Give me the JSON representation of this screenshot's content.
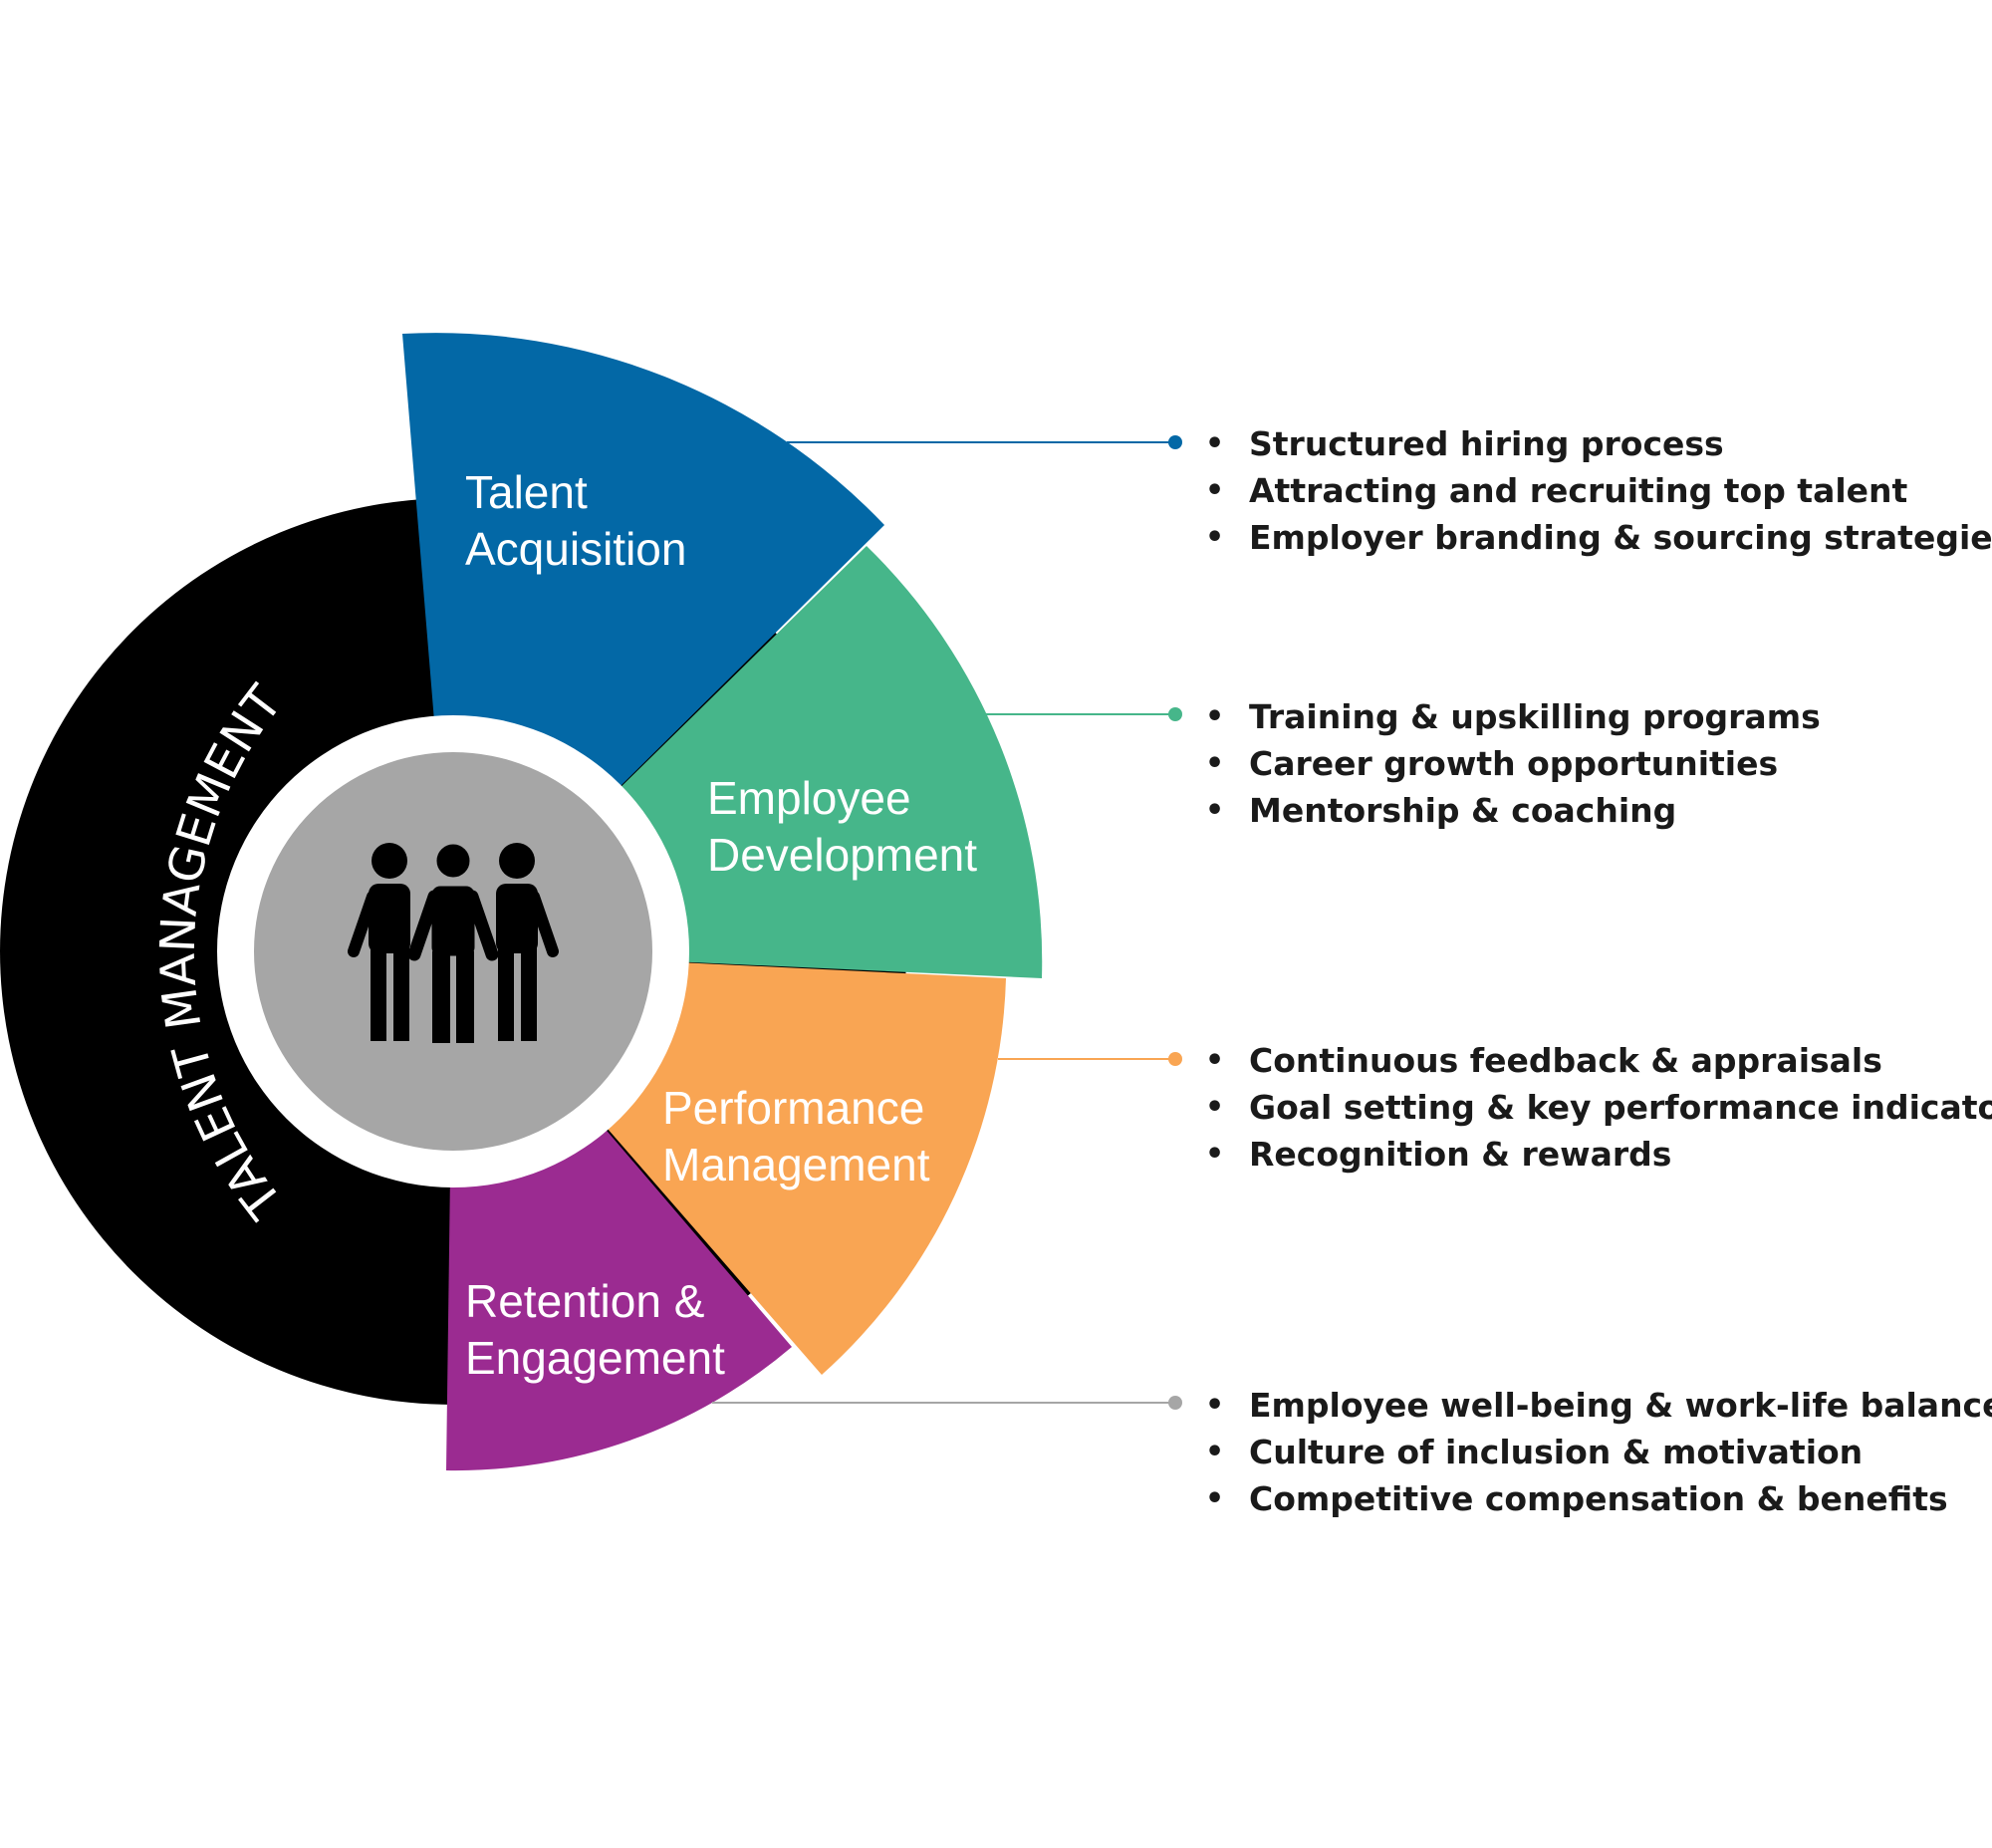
{
  "ring": {
    "title": "TALENT MANAGEMENT"
  },
  "center": {
    "icon": "people-group-icon"
  },
  "segments": [
    {
      "key": "talent-acquisition",
      "line1": "Talent",
      "line2": "Acquisition",
      "color": "#0368a6",
      "bullets": [
        "Structured hiring process",
        "Attracting and recruiting top talent",
        "Employer branding & sourcing strategies"
      ]
    },
    {
      "key": "employee-development",
      "line1": "Employee",
      "line2": "Development",
      "color": "#46b68a",
      "bullets": [
        "Training & upskilling programs",
        "Career growth opportunities",
        "Mentorship & coaching"
      ]
    },
    {
      "key": "performance-management",
      "line1": "Performance",
      "line2": "Management",
      "color": "#f9a553",
      "bullets": [
        "Continuous feedback & appraisals",
        "Goal setting & key performance indicators",
        "Recognition & rewards"
      ]
    },
    {
      "key": "retention-engagement",
      "line1": "Retention &",
      "line2": "Engagement",
      "color": "#9b2b91",
      "connector_color": "#a6a6a6",
      "bullets": [
        "Employee well-being & work-life balance",
        "Culture of inclusion & motivation",
        "Competitive compensation & benefits"
      ]
    }
  ],
  "colors": {
    "ring": "#000000",
    "inner_disc": "#a6a6a6",
    "icon": "#000000",
    "text": "#1a1a1a"
  }
}
